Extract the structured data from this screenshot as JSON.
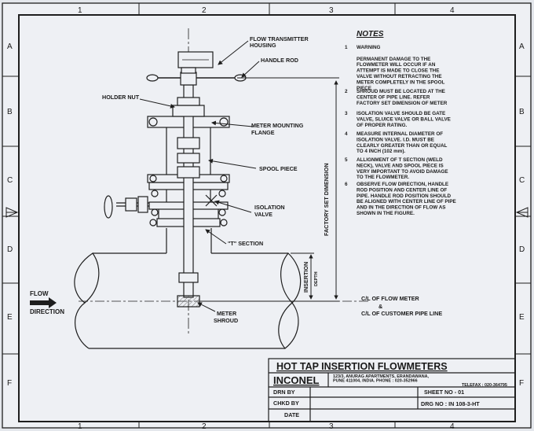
{
  "grid": {
    "columns": [
      "1",
      "2",
      "3",
      "4"
    ],
    "rows": [
      "A",
      "B",
      "C",
      "D",
      "E",
      "F"
    ]
  },
  "labels": {
    "flow_transmitter": [
      "FLOW TRANSMITTER",
      "HOUSING"
    ],
    "handle_rod": "HANDLE ROD",
    "holder_nut": "HOLDER NUT",
    "meter_mounting_flange": [
      "METER MOUNTING",
      "FLANGE"
    ],
    "spool_piece": "SPOOL PIECE",
    "isolation_valve": [
      "ISOLATION",
      "VALVE"
    ],
    "t_section": "\"T\" SECTION",
    "factory_set_dimension": "FACTORY SET DIMENSION",
    "insertion_depth": [
      "INSERTION",
      "DEPTH"
    ],
    "flow_direction": [
      "FLOW",
      "DIRECTION"
    ],
    "meter_shroud": [
      "METER",
      "SHROUD"
    ],
    "cl_flow_meter": "C/L OF FLOW METER",
    "ampersand": "&",
    "cl_customer_pipe": "C/L OF CUSTOMER PIPE LINE"
  },
  "notes": {
    "title": "NOTES",
    "items": [
      {
        "num": "1",
        "lines": [
          "WARNING",
          "",
          "PERMANENT DAMAGE TO THE",
          "FLOWMETER WILL OCCUR IF AN",
          "ATTEMPT IS MADE TO CLOSE THE",
          "VALVE WITHOUT RETRACTING THE",
          "METER COMPLETELY IN THE SPOOL",
          "PIECE"
        ]
      },
      {
        "num": "2",
        "lines": [
          "SHROUD MUST BE LOCATED AT THE",
          "CENTER OF PIPE LINE. REFER",
          "FACTORY SET DIMENSION OF METER"
        ]
      },
      {
        "num": "3",
        "lines": [
          "ISOLATION VALVE SHOULD BE GATE",
          "VALVE, SLUICE VALVE OR BALL VALVE",
          "OF PROPER RATING."
        ]
      },
      {
        "num": "4",
        "lines": [
          "MEASURE INTERNAL DIAMETER OF",
          "ISOLATION VALVE. I.D. MUST BE",
          "CLEARLY GREATER THAN OR EQUAL",
          "TO 4 INCH (102 mm)."
        ]
      },
      {
        "num": "5",
        "lines": [
          "ALLIGNMENT OF T SECTION (WELD",
          "NECK), VALVE AND SPOOL PIECE IS",
          "VERY IMPORTANT TO AVOID DAMAGE",
          "TO THE FLOWMETER."
        ]
      },
      {
        "num": "6",
        "lines": [
          "OBSERVE FLOW DIRECTION, HANDLE",
          "ROD POSITION AND CENTER LINE OF",
          "PIPE. HANDLE ROD POSITION SHOULD",
          "BE ALIGNED WITH CENTER LINE OF PIPE",
          "AND IN THE DIRECTION OF FLOW AS",
          "SHOWN IN THE FIGURE."
        ]
      }
    ]
  },
  "title_block": {
    "title": "HOT TAP INSERTION FLOWMETERS",
    "company": "INCONEL",
    "address": [
      "123/3, ANURAG APARTMENTS, ERANDAWANA,",
      "PUNE 411004, INDIA.   PHONE : 020-352966",
      "TELEFAX : 020-364795"
    ],
    "drn_by": "DRN BY",
    "chkd_by": "CHKD BY",
    "date": "DATE",
    "sheet_no": "SHEET NO - 01",
    "drg_no": "DRG NO : IN 108-3-HT"
  },
  "colors": {
    "paper": "#eef0f4",
    "line": "#1e1e1e",
    "background": "#e4e7ec"
  }
}
